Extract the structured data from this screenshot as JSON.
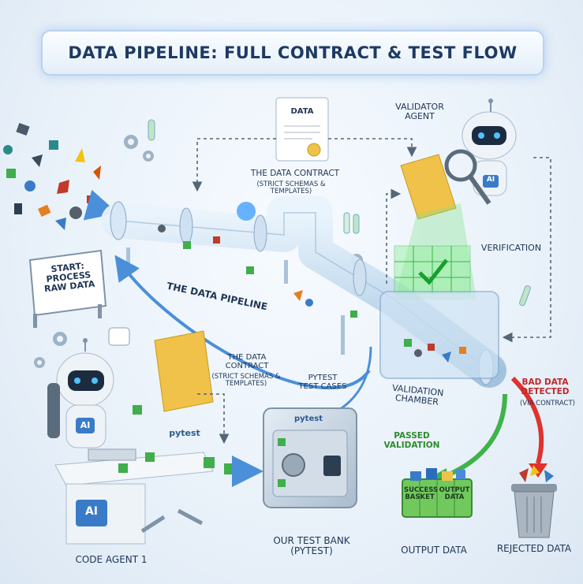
{
  "title": "DATA PIPELINE: FULL CONTRACT & TEST FLOW",
  "labels": {
    "contract_doc": "DATA",
    "data_contract_top_title": "THE DATA CONTRACT",
    "data_contract_top_sub": "(STRICT SCHEMAS & TEMPLATES)",
    "validator_agent": "VALIDATOR AGENT",
    "verification": "VERIFICATION",
    "start_sign": "START: PROCESS RAW DATA",
    "pipeline": "THE DATA PIPELINE",
    "data_contract_mid_title": "THE DATA CONTRACT",
    "data_contract_mid_sub": "(STRICT SCHEMAS & TEMPLATES)",
    "pytest_cases": "PYTEST TEST CASES",
    "validation_chamber": "VALIDATION CHAMBER",
    "bad_data": "BAD DATA DETECTED",
    "bad_data_sub": "(VIA CONTRACT)",
    "passed_validation": "PASSED VALIDATION",
    "success_basket": "SUCCESS BASKET",
    "output_data_basket": "OUTPUT DATA",
    "code_agent": "CODE AGENT 1",
    "test_bank": "OUR TEST BANK (PYTEST)",
    "output_data": "OUTPUT DATA",
    "rejected_data": "REJECTED DATA",
    "pytest_logo": "pytest",
    "ai_badge": "AI"
  },
  "colors": {
    "title_text": "#1d3a63",
    "pipe": "#b7d3ea",
    "arrow_blue": "#4b8fd8",
    "arrow_green": "#3fb34a",
    "arrow_red": "#e0322e",
    "bad_text": "#c0282a",
    "pass_text": "#2e8b2e",
    "contract_gold": "#f1c24a"
  }
}
